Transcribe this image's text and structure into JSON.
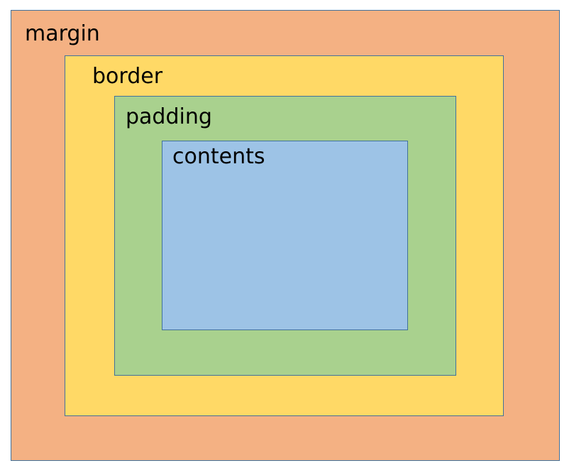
{
  "layers": {
    "margin": {
      "label": "margin",
      "color": "#f4b183"
    },
    "border": {
      "label": "border",
      "color": "#ffd966"
    },
    "padding": {
      "label": "padding",
      "color": "#a9d18e"
    },
    "contents": {
      "label": "contents",
      "color": "#9dc3e6"
    }
  },
  "outline_color": "#41719c"
}
